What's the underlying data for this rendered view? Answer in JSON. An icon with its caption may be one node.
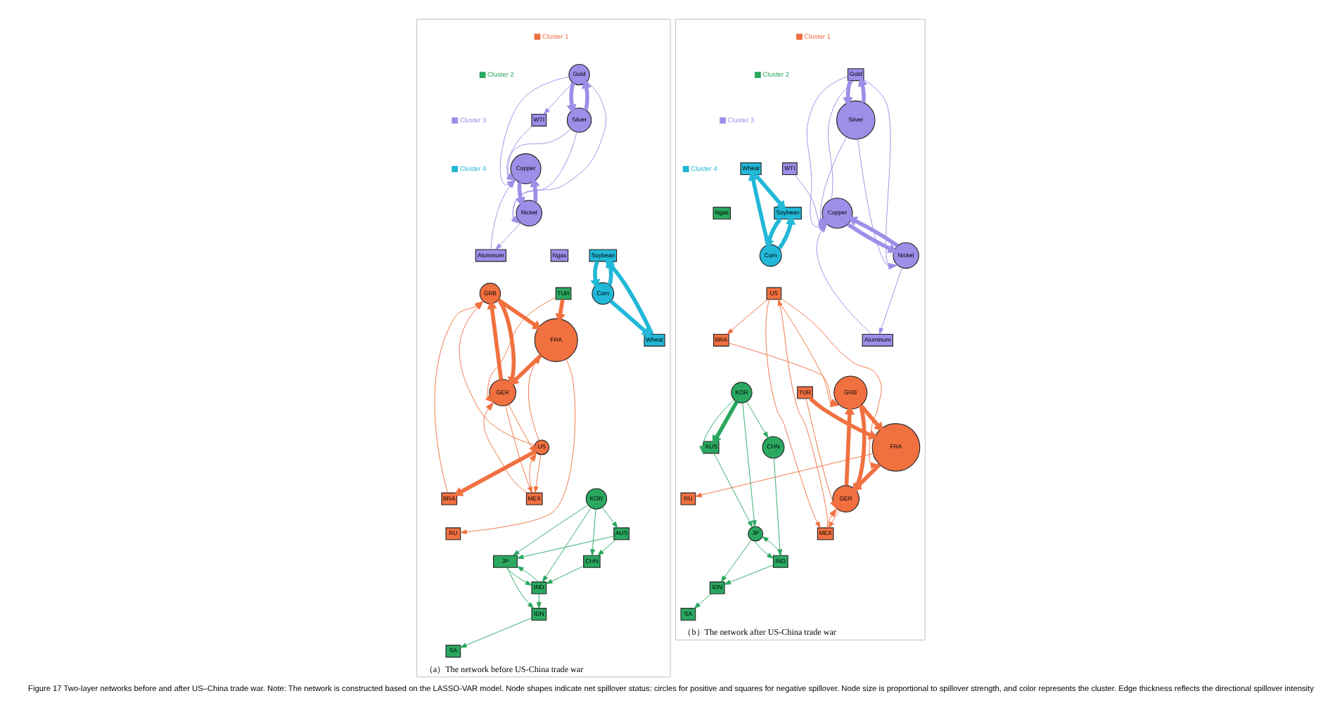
{
  "diagram": {
    "caption": "Figure 17 Two-layer networks before and after US–China trade war. Note: The network is constructed based on the LASSO-VAR model. Node shapes indicate net spillover status: circles for positive and squares for negative spillover. Node size is proportional to spillover strength, and color represents the cluster. Edge thickness reflects the directional spillover intensity",
    "nodes": [
      {
        "text": [
          "（a）The network before US-China trade war"
        ]
      },
      {
        "text": [
          "Gold"
        ],
        "in": 0
      },
      {
        "text": [
          "WTI"
        ],
        "in": 0
      },
      {
        "text": [
          "Silver"
        ],
        "in": 0
      },
      {
        "text": [
          "Ngas"
        ],
        "in": 0
      },
      {
        "text": [
          "Aluminum"
        ],
        "in": 0
      },
      {
        "text": [
          "Copper"
        ],
        "in": 0
      },
      {
        "text": [
          "Nickel"
        ],
        "in": 0
      },
      {
        "text": [
          "Soybean"
        ],
        "in": 0
      },
      {
        "text": [
          "Wheat"
        ],
        "in": 0
      },
      {
        "text": [
          "Corn"
        ],
        "in": 0
      },
      {
        "text": [
          "GRB"
        ],
        "in": 0
      },
      {
        "text": [
          "BRA"
        ],
        "in": 0
      },
      {
        "text": [
          "FRA"
        ],
        "in": 0
      },
      {
        "text": [
          "TUR"
        ],
        "in": 0
      },
      {
        "text": [
          "AUS"
        ],
        "in": 0
      },
      {
        "text": [
          "US"
        ],
        "in": 0
      },
      {
        "text": [
          "GER"
        ],
        "in": 0
      },
      {
        "text": [
          "RU"
        ],
        "in": 0
      },
      {
        "text": [
          "MEX"
        ],
        "in": 0
      },
      {
        "text": [
          "CHN"
        ],
        "in": 0
      },
      {
        "text": [
          "IDN"
        ],
        "in": 0
      },
      {
        "text": [
          "KOR"
        ],
        "in": 0
      },
      {
        "text": [
          "JP"
        ],
        "in": 0
      },
      {
        "text": [
          "SA"
        ],
        "in": 0
      },
      {
        "text": [
          "IND"
        ],
        "in": 0
      },
      {
        "text": [
          "（b）The network after US-China trade war"
        ]
      },
      {
        "text": [
          "Gold"
        ],
        "in": 26
      },
      {
        "text": [
          "WTI"
        ],
        "in": 26
      },
      {
        "text": [
          "Silver"
        ],
        "in": 26
      },
      {
        "text": [
          "Ngas"
        ],
        "in": 26
      },
      {
        "text": [
          "Aluminum"
        ],
        "in": 26
      },
      {
        "text": [
          "Copper"
        ],
        "in": 26
      },
      {
        "text": [
          "Nickel"
        ],
        "in": 26
      },
      {
        "text": [
          "Soybean"
        ],
        "in": 26
      },
      {
        "text": [
          "Wheat"
        ],
        "in": 26
      },
      {
        "text": [
          "Corn"
        ],
        "in": 26
      },
      {
        "text": [
          "GRB"
        ],
        "in": 26
      },
      {
        "text": [
          "BRA"
        ],
        "in": 26
      },
      {
        "text": [
          "FRA"
        ],
        "in": 26
      },
      {
        "text": [
          "TUR"
        ],
        "in": 26
      },
      {
        "text": [
          "AUS"
        ],
        "in": 26
      },
      {
        "text": [
          "US"
        ],
        "in": 26
      },
      {
        "text": [
          "GER"
        ],
        "in": 26
      },
      {
        "text": [
          "RU"
        ],
        "in": 26
      },
      {
        "text": [
          "MEX"
        ],
        "in": 26
      },
      {
        "text": [
          "CHN"
        ],
        "in": 26
      },
      {
        "text": [
          "IDN"
        ],
        "in": 26
      },
      {
        "text": [
          "KOR"
        ],
        "in": 26
      },
      {
        "text": [
          "JP"
        ],
        "in": 26
      },
      {
        "text": [
          "SA"
        ],
        "in": 26
      },
      {
        "text": [
          "IND"
        ],
        "in": 26
      }
    ],
    "edges": [
      {
        "from": 3,
        "to": 1,
        "arrow": "to",
        "style": "thick",
        "color": "#9b8fe8"
      },
      {
        "from": 1,
        "to": 3,
        "arrow": "to",
        "style": "thick",
        "color": "#9b8fe8"
      },
      {
        "from": 1,
        "to": 2,
        "arrow": "to",
        "color": "#9b8fe8"
      },
      {
        "from": 6,
        "to": 7,
        "arrow": "to",
        "style": "thick",
        "color": "#9b8fe8"
      },
      {
        "from": 7,
        "to": 6,
        "arrow": "to",
        "style": "thick",
        "color": "#9b8fe8"
      },
      {
        "from": 7,
        "to": 5,
        "arrow": "to",
        "color": "#9b8fe8"
      },
      {
        "from": 10,
        "to": 8,
        "arrow": "to",
        "style": "thick",
        "color": "#22b8d8"
      },
      {
        "from": 8,
        "to": 10,
        "arrow": "to",
        "style": "thick",
        "color": "#22b8d8"
      },
      {
        "from": 10,
        "to": 9,
        "arrow": "to",
        "style": "thick",
        "color": "#22b8d8"
      },
      {
        "from": 9,
        "to": 8,
        "arrow": "to",
        "style": "thick",
        "color": "#22b8d8"
      },
      {
        "from": 11,
        "to": 13,
        "arrow": "to",
        "style": "thick",
        "color": "#f07040"
      },
      {
        "from": 17,
        "to": 11,
        "arrow": "to",
        "style": "thick",
        "color": "#f07040"
      },
      {
        "from": 11,
        "to": 17,
        "arrow": "to",
        "style": "thick",
        "color": "#f07040"
      },
      {
        "from": 13,
        "to": 17,
        "arrow": "to",
        "style": "thick",
        "color": "#f07040"
      },
      {
        "from": 14,
        "to": 13,
        "arrow": "to",
        "style": "thick",
        "color": "#f07040"
      },
      {
        "from": 16,
        "to": 12,
        "arrow": "to",
        "style": "thick",
        "color": "#f07040"
      },
      {
        "from": 17,
        "to": 16,
        "arrow": "to",
        "color": "#f07040"
      },
      {
        "from": 19,
        "to": 16,
        "arrow": "to",
        "color": "#f07040"
      },
      {
        "from": 22,
        "to": 25,
        "arrow": "to",
        "color": "#2aa860"
      },
      {
        "from": 22,
        "to": 23,
        "arrow": "to",
        "color": "#2aa860"
      },
      {
        "from": 15,
        "to": 20,
        "arrow": "to",
        "color": "#2aa860"
      },
      {
        "from": 25,
        "to": 23,
        "arrow": "to",
        "color": "#2aa860"
      },
      {
        "from": 23,
        "to": 21,
        "arrow": "to",
        "color": "#2aa860"
      },
      {
        "from": 21,
        "to": 24,
        "arrow": "to",
        "color": "#2aa860"
      },
      {
        "from": 29,
        "to": 27,
        "arrow": "to",
        "style": "thick",
        "color": "#9b8fe8"
      },
      {
        "from": 27,
        "to": 29,
        "arrow": "to",
        "style": "thick",
        "color": "#9b8fe8"
      },
      {
        "from": 27,
        "to": 32,
        "arrow": "to",
        "color": "#9b8fe8"
      },
      {
        "from": 32,
        "to": 33,
        "arrow": "to",
        "style": "thick",
        "color": "#9b8fe8"
      },
      {
        "from": 33,
        "to": 32,
        "arrow": "to",
        "style": "thick",
        "color": "#9b8fe8"
      },
      {
        "from": 33,
        "to": 31,
        "arrow": "to",
        "color": "#9b8fe8"
      },
      {
        "from": 36,
        "to": 34,
        "arrow": "to",
        "style": "thick",
        "color": "#22b8d8"
      },
      {
        "from": 34,
        "to": 36,
        "arrow": "to",
        "style": "thick",
        "color": "#22b8d8"
      },
      {
        "from": 36,
        "to": 35,
        "arrow": "to",
        "style": "thick",
        "color": "#22b8d8"
      },
      {
        "from": 35,
        "to": 34,
        "arrow": "to",
        "style": "thick",
        "color": "#22b8d8"
      },
      {
        "from": 37,
        "to": 39,
        "arrow": "to",
        "style": "thick",
        "color": "#f07040"
      },
      {
        "from": 43,
        "to": 37,
        "arrow": "to",
        "style": "thick",
        "color": "#f07040"
      },
      {
        "from": 37,
        "to": 43,
        "arrow": "to",
        "style": "thick",
        "color": "#f07040"
      },
      {
        "from": 39,
        "to": 43,
        "arrow": "to",
        "style": "thick",
        "color": "#f07040"
      },
      {
        "from": 40,
        "to": 39,
        "arrow": "to",
        "style": "thick",
        "color": "#f07040"
      },
      {
        "from": 42,
        "to": 38,
        "arrow": "to",
        "color": "#f07040"
      },
      {
        "from": 45,
        "to": 42,
        "arrow": "to",
        "color": "#f07040"
      },
      {
        "from": 48,
        "to": 41,
        "arrow": "to",
        "style": "thick",
        "color": "#2aa860"
      },
      {
        "from": 48,
        "to": 49,
        "arrow": "to",
        "color": "#2aa860"
      },
      {
        "from": 51,
        "to": 49,
        "arrow": "to",
        "color": "#2aa860"
      },
      {
        "from": 49,
        "to": 47,
        "arrow": "to",
        "color": "#2aa860"
      },
      {
        "from": 47,
        "to": 50,
        "arrow": "to",
        "color": "#2aa860"
      },
      {
        "from": 16,
        "to": 11,
        "arrow": "to",
        "color": "#f07040"
      },
      {
        "from": 16,
        "to": 13,
        "arrow": "to",
        "color": "#f07040"
      },
      {
        "from": 19,
        "to": 17,
        "arrow": "to",
        "color": "#f07040"
      },
      {
        "from": 17,
        "to": 19,
        "arrow": "to",
        "color": "#f07040"
      },
      {
        "from": 16,
        "to": 19,
        "arrow": "to",
        "color": "#f07040"
      },
      {
        "from": 12,
        "to": 11,
        "arrow": "to",
        "color": "#f07040"
      },
      {
        "from": 13,
        "to": 18,
        "arrow": "to",
        "color": "#f07040"
      },
      {
        "from": 14,
        "to": 17,
        "arrow": "to",
        "color": "#f07040"
      },
      {
        "from": 22,
        "to": 15,
        "arrow": "to",
        "color": "#2aa860"
      },
      {
        "from": 22,
        "to": 20,
        "arrow": "to",
        "color": "#2aa860"
      },
      {
        "from": 20,
        "to": 25,
        "arrow": "to",
        "color": "#2aa860"
      },
      {
        "from": 15,
        "to": 23,
        "arrow": "to",
        "color": "#2aa860"
      },
      {
        "from": 25,
        "to": 21,
        "arrow": "to",
        "color": "#2aa860"
      },
      {
        "from": 23,
        "to": 25,
        "arrow": "to",
        "color": "#2aa860"
      },
      {
        "from": 1,
        "to": 6,
        "arrow": "to",
        "color": "#9b8fe8"
      },
      {
        "from": 1,
        "to": 7,
        "arrow": "to",
        "color": "#9b8fe8"
      },
      {
        "from": 3,
        "to": 7,
        "arrow": "to",
        "color": "#9b8fe8"
      },
      {
        "from": 3,
        "to": 6,
        "arrow": "to",
        "color": "#9b8fe8"
      },
      {
        "from": 2,
        "to": 6,
        "arrow": "to",
        "color": "#9b8fe8"
      },
      {
        "from": 5,
        "to": 6,
        "arrow": "to",
        "color": "#9b8fe8"
      },
      {
        "from": 42,
        "to": 37,
        "arrow": "to",
        "color": "#f07040"
      },
      {
        "from": 42,
        "to": 39,
        "arrow": "to",
        "color": "#f07040"
      },
      {
        "from": 45,
        "to": 43,
        "arrow": "to",
        "color": "#f07040"
      },
      {
        "from": 43,
        "to": 45,
        "arrow": "to",
        "color": "#f07040"
      },
      {
        "from": 42,
        "to": 45,
        "arrow": "to",
        "color": "#f07040"
      },
      {
        "from": 38,
        "to": 37,
        "arrow": "to",
        "color": "#f07040"
      },
      {
        "from": 39,
        "to": 44,
        "arrow": "to",
        "color": "#f07040"
      },
      {
        "from": 40,
        "to": 43,
        "arrow": "to",
        "color": "#f07040"
      },
      {
        "from": 48,
        "to": 41,
        "arrow": "to",
        "color": "#2aa860"
      },
      {
        "from": 48,
        "to": 46,
        "arrow": "to",
        "color": "#2aa860"
      },
      {
        "from": 46,
        "to": 51,
        "arrow": "to",
        "color": "#2aa860"
      },
      {
        "from": 41,
        "to": 49,
        "arrow": "to",
        "color": "#2aa860"
      },
      {
        "from": 51,
        "to": 47,
        "arrow": "to",
        "color": "#2aa860"
      },
      {
        "from": 49,
        "to": 51,
        "arrow": "to",
        "color": "#2aa860"
      },
      {
        "from": 27,
        "to": 32,
        "arrow": "to",
        "color": "#9b8fe8"
      },
      {
        "from": 27,
        "to": 33,
        "arrow": "to",
        "color": "#9b8fe8"
      },
      {
        "from": 29,
        "to": 33,
        "arrow": "to",
        "color": "#9b8fe8"
      },
      {
        "from": 29,
        "to": 32,
        "arrow": "to",
        "color": "#9b8fe8"
      },
      {
        "from": 28,
        "to": 32,
        "arrow": "to",
        "color": "#9b8fe8"
      },
      {
        "from": 31,
        "to": 32,
        "arrow": "to",
        "color": "#9b8fe8"
      }
    ],
    "legend": [
      {
        "text": "Cluster 1",
        "color": "#f07040"
      },
      {
        "text": "Cluster 2",
        "color": "#2aa860"
      },
      {
        "text": "Cluster 3",
        "color": "#9b8fe8"
      },
      {
        "text": "Cluster 4",
        "color": "#22b8d8"
      },
      {
        "text": "Cluster 1",
        "color": "#f07040"
      },
      {
        "text": "Cluster 2",
        "color": "#2aa860"
      },
      {
        "text": "Cluster 3",
        "color": "#9b8fe8"
      },
      {
        "text": "Cluster 4",
        "color": "#22b8d8"
      }
    ]
  }
}
